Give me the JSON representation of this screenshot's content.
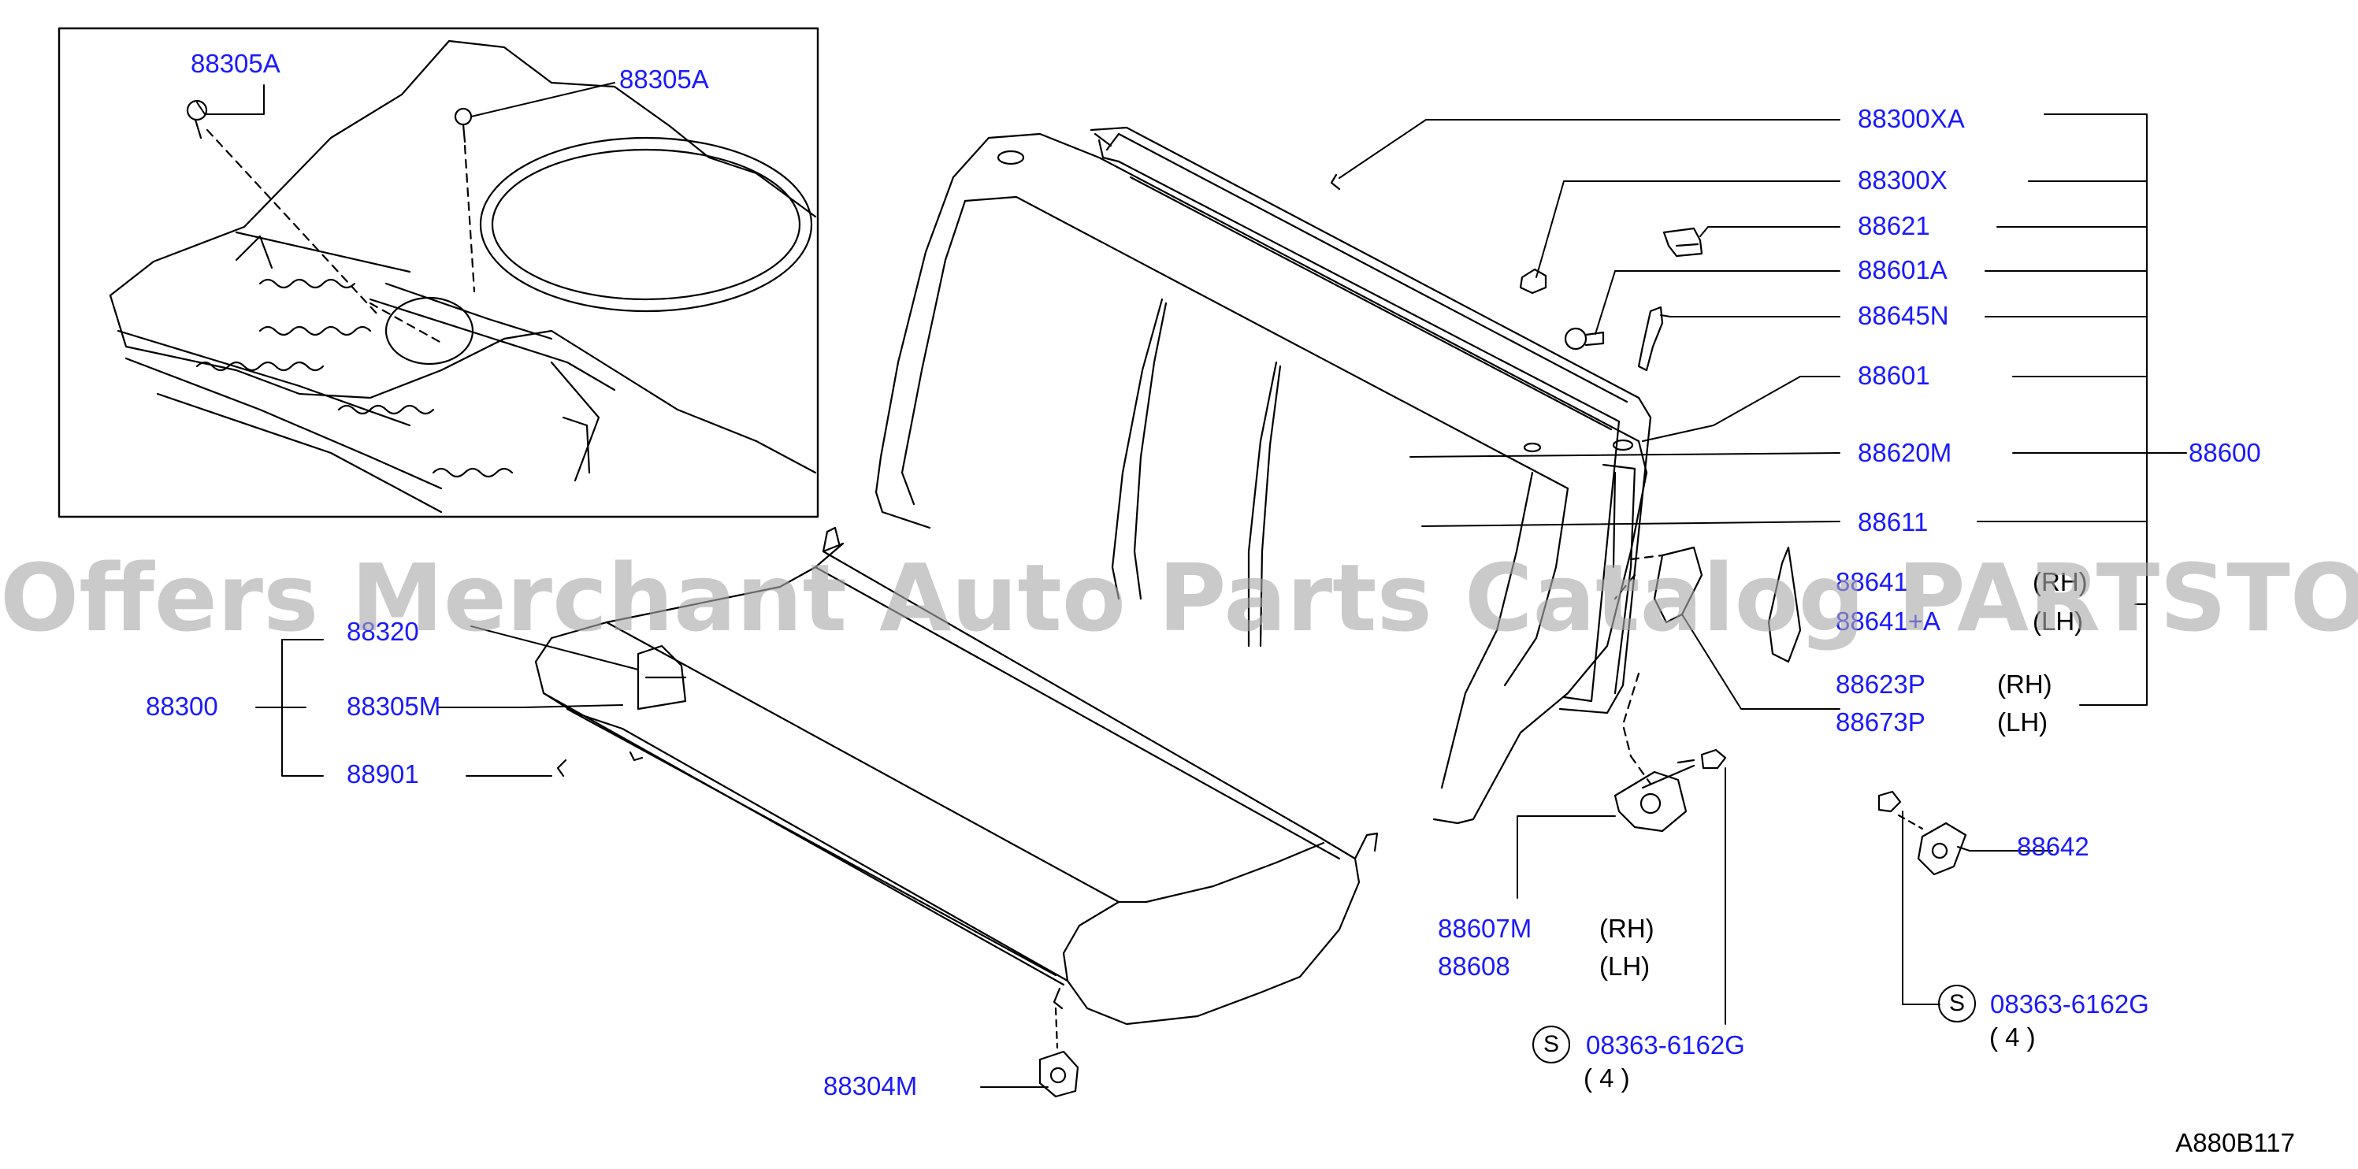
{
  "labels": {
    "p88305A_1": "88305A",
    "p88305A_2": "88305A",
    "p88300XA": "88300XA",
    "p88300X": "88300X",
    "p88621": "88621",
    "p88601A": "88601A",
    "p88645N": "88645N",
    "p88601": "88601",
    "p88620M": "88620M",
    "p88600": "88600",
    "p88611": "88611",
    "p88641": "88641",
    "p88641A": "88641+A",
    "p88623P": "88623P",
    "p88673P": "88673P",
    "p88320": "88320",
    "p88300": "88300",
    "p88305M": "88305M",
    "p88901": "88901",
    "p88642": "88642",
    "p88607M": "88607M",
    "p88608": "88608",
    "p08363_left": "08363-6162G",
    "p08363_right": "08363-6162G",
    "p88304M": "88304M"
  },
  "sides": {
    "rh_1": "(RH)",
    "lh_1": "(LH)",
    "rh_2": "(RH)",
    "lh_2": "(LH)",
    "rh_3": "(RH)",
    "lh_3": "(LH)"
  },
  "screw_symbol": "S",
  "qty_left": "( 4 )",
  "qty_right": "( 4 )",
  "watermark": "Offers Merchant Auto Parts Catalog PARTSTORE.SA",
  "diagram_code": "A880B117",
  "colors": {
    "label": "#1a1aff",
    "line": "#000000",
    "watermark": "#aaaaaa"
  }
}
